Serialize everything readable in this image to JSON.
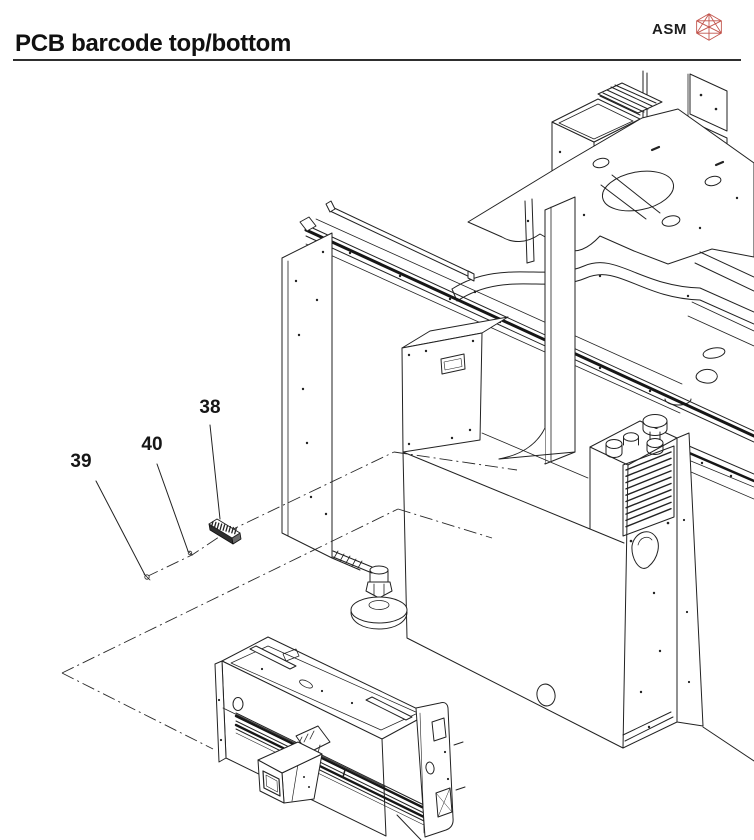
{
  "header": {
    "title": "PCB barcode top/bottom",
    "brand": "ASM"
  },
  "colors": {
    "ink": "#222222",
    "logo_red": "#c2544c",
    "rule": "#2e2e2e",
    "background": "#ffffff"
  },
  "diagram": {
    "callouts": [
      {
        "label": "39"
      },
      {
        "label": "40"
      },
      {
        "label": "38"
      }
    ]
  }
}
